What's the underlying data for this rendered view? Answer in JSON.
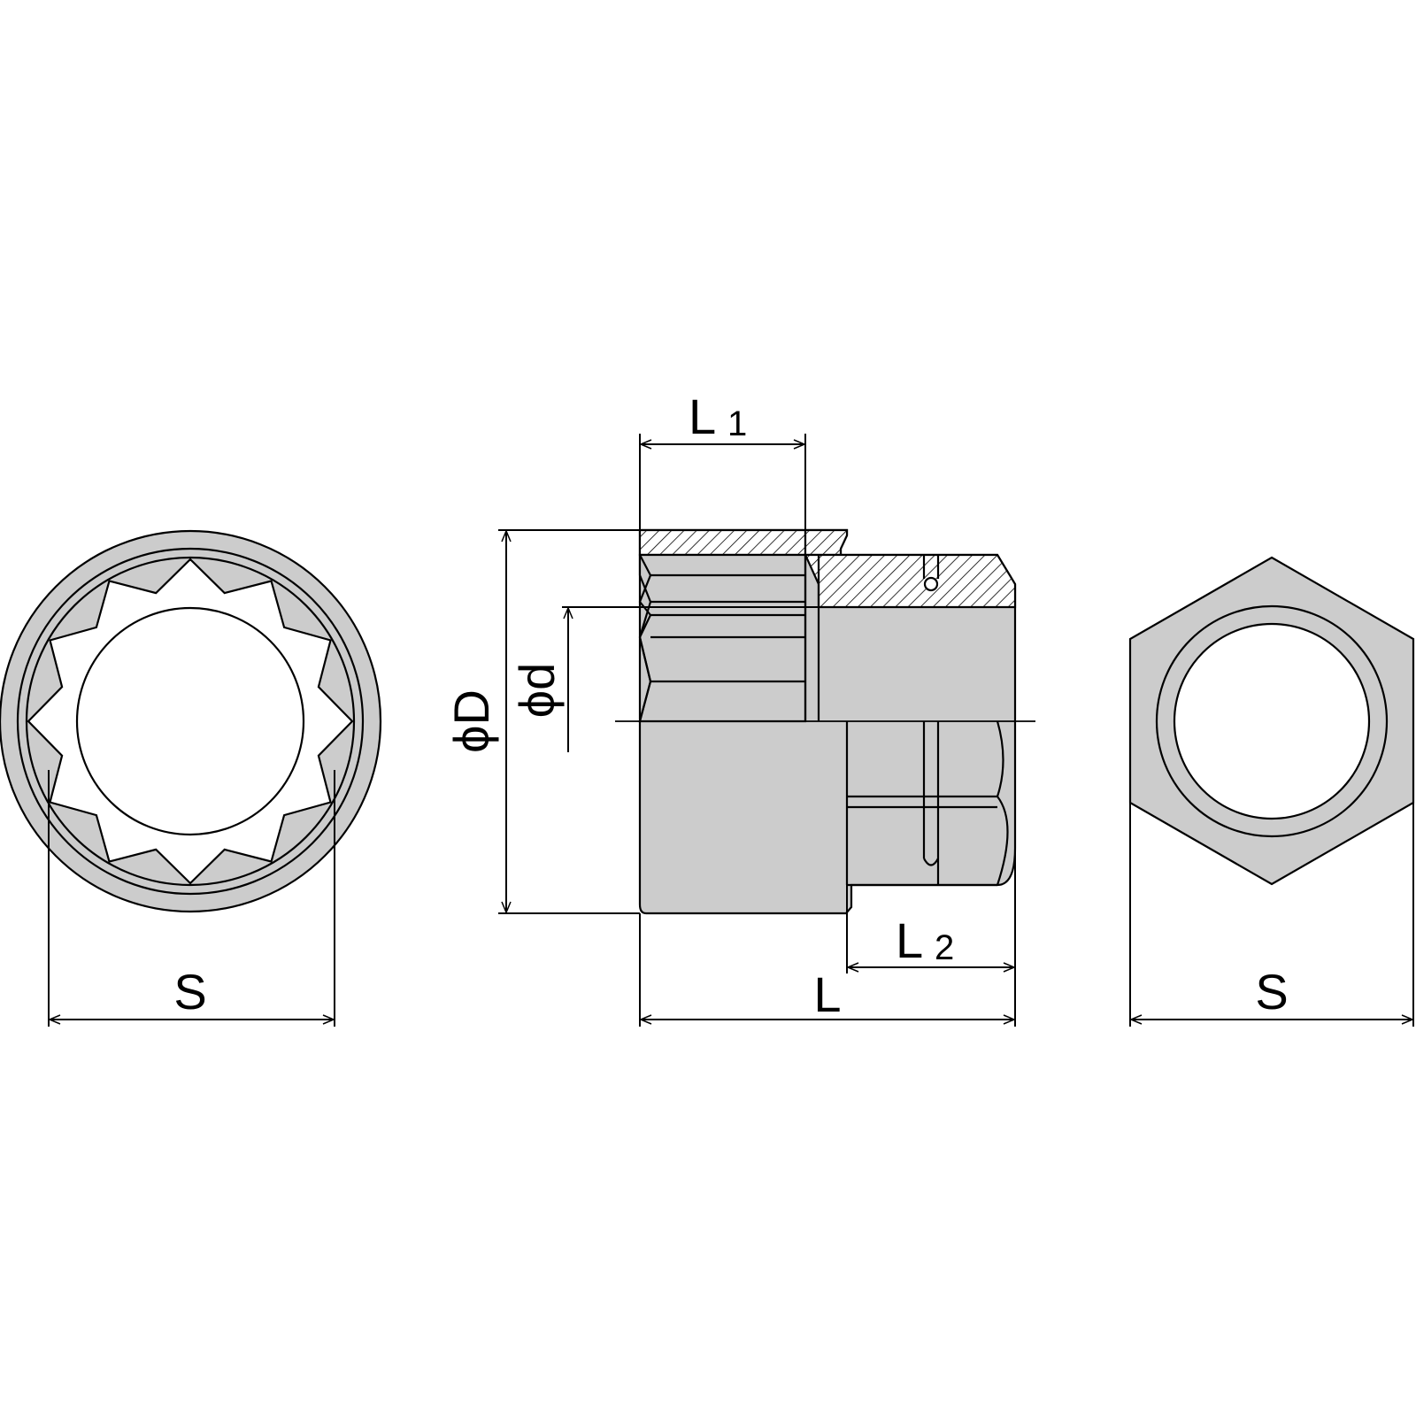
{
  "labels": {
    "front_width": "S",
    "back_width": "S",
    "l1_main": "L",
    "l1_sub": "1",
    "l2_main": "L",
    "l2_sub": "2",
    "overall_length": "L",
    "outer_diameter": "ϕD",
    "inner_diameter": "ϕd"
  },
  "colors": {
    "fill": "#cccccc",
    "line": "#000000",
    "background": "#ffffff"
  }
}
